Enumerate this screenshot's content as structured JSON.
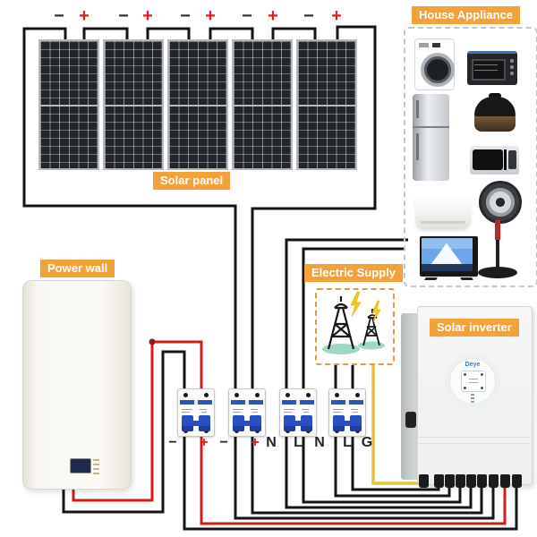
{
  "badges": {
    "solar_panel": "Solar panel",
    "power_wall": "Power wall",
    "electric_supply": "Electric Supply",
    "solar_inverter": "Solar inverter",
    "house_appliance": "House Appliance"
  },
  "solar_array": {
    "panel_count": 5,
    "terminals": [
      {
        "text": "−"
      },
      {
        "text": "+"
      },
      {
        "text": "−"
      },
      {
        "text": "+"
      },
      {
        "text": "−"
      },
      {
        "text": "+"
      },
      {
        "text": "−"
      },
      {
        "text": "+"
      },
      {
        "text": "−"
      },
      {
        "text": "+"
      }
    ]
  },
  "breaker_labels": [
    {
      "text": "−"
    },
    {
      "text": "+"
    },
    {
      "text": "−"
    },
    {
      "text": "+"
    },
    {
      "text": "N"
    },
    {
      "text": "L"
    },
    {
      "text": "N"
    },
    {
      "text": "L"
    },
    {
      "text": "G"
    }
  ],
  "inverter": {
    "brand": "Deye"
  },
  "colors": {
    "accent": "#f3a239",
    "wire_black": "#141414",
    "wire_red": "#d11c1c",
    "wire_yellow": "#e8c23f",
    "plus_red": "#e01b1b",
    "tower_base_teal": "#9bd9c6",
    "bolt_yellow": "#f2c71e"
  },
  "appliance_icons": [
    "washing-machine-icon",
    "toaster-oven-icon",
    "refrigerator-icon",
    "rice-cooker-icon",
    "microwave-icon",
    "air-conditioner-icon",
    "stand-fan-icon",
    "television-icon"
  ]
}
